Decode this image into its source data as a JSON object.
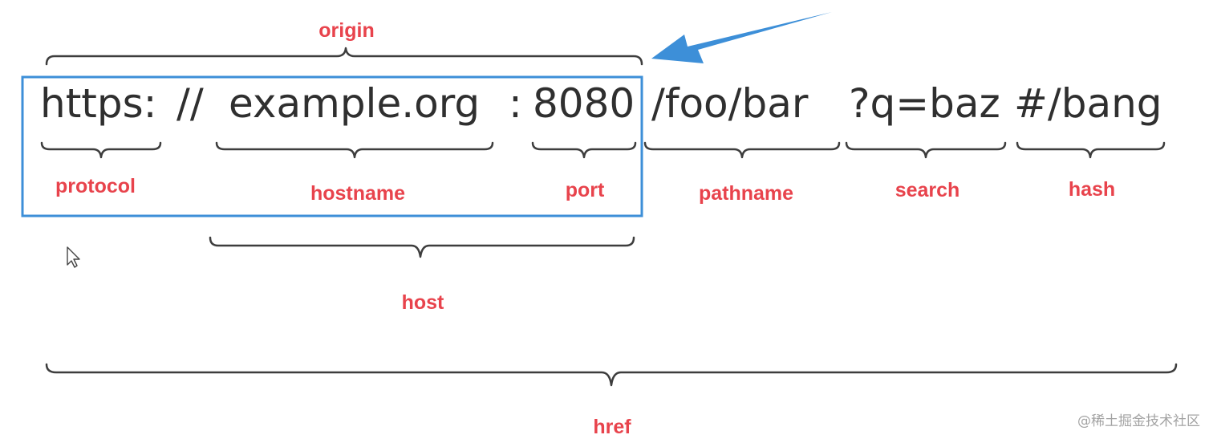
{
  "url_parts": {
    "protocol": "https:",
    "slashes": "//",
    "hostname": "example.org",
    "port_sep": ":",
    "port": "8080",
    "pathname": "/foo/bar",
    "search": "?q=baz",
    "hash": "#/bang"
  },
  "labels": {
    "origin": "origin",
    "protocol": "protocol",
    "hostname": "hostname",
    "port": "port",
    "pathname": "pathname",
    "search": "search",
    "hash": "hash",
    "host": "host",
    "href": "href"
  },
  "watermark": "@稀土掘金技术社区",
  "colors": {
    "label": "#e8434c",
    "highlight_box": "#3d8fd8",
    "arrow": "#3d8fd8",
    "url_text": "#2f2f2f",
    "brace": "#3d3d3d"
  },
  "icons": {
    "arrow": "arrow-pointing-left-icon",
    "cursor": "mouse-cursor-icon"
  }
}
